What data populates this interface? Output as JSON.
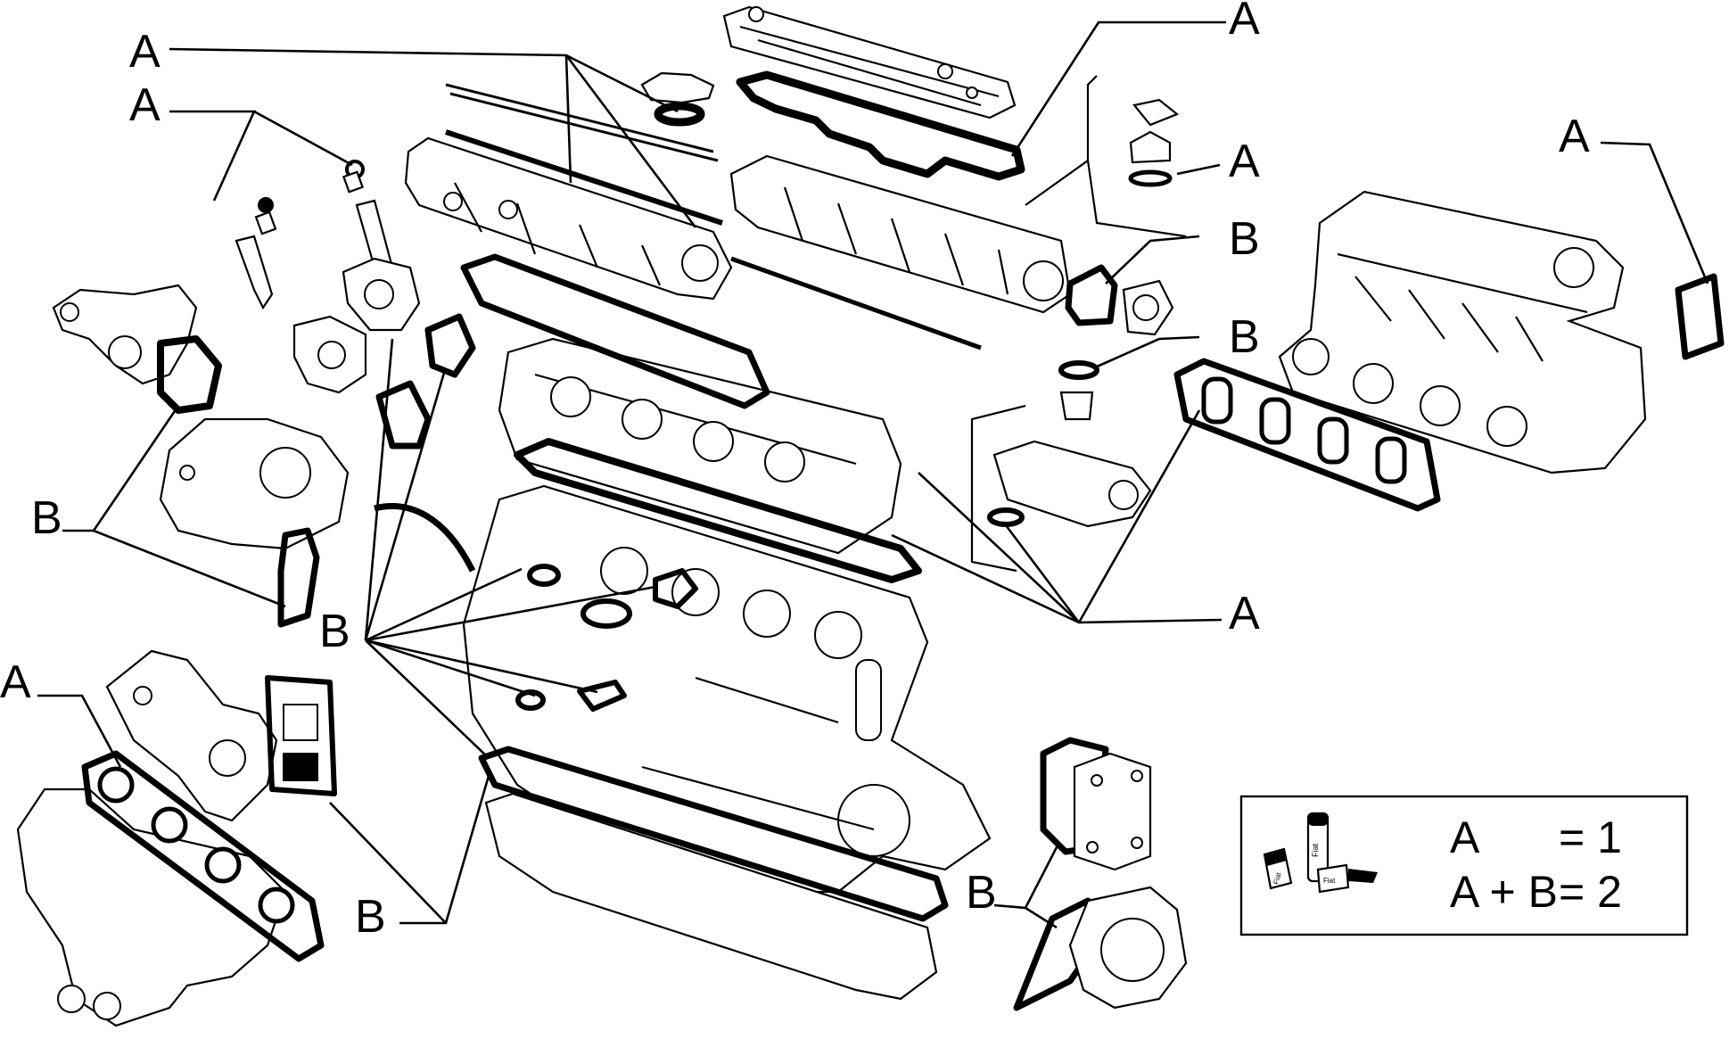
{
  "diagram": {
    "callouts": [
      {
        "id": "a-top-left",
        "text": "A"
      },
      {
        "id": "a-valve",
        "text": "A"
      },
      {
        "id": "a-top-right",
        "text": "A"
      },
      {
        "id": "a-cap-oring",
        "text": "A"
      },
      {
        "id": "b-pump-gasket",
        "text": "B"
      },
      {
        "id": "b-thermo-seal",
        "text": "B"
      },
      {
        "id": "a-far-right",
        "text": "A"
      },
      {
        "id": "b-left",
        "text": "B"
      },
      {
        "id": "b-center",
        "text": "B"
      },
      {
        "id": "a-center-right",
        "text": "A"
      },
      {
        "id": "a-bottom-left",
        "text": "A"
      },
      {
        "id": "b-bottom-center",
        "text": "B"
      },
      {
        "id": "b-bottom-right",
        "text": "B"
      }
    ]
  },
  "legend": {
    "line1": {
      "lhs": "A",
      "eq": "= 1"
    },
    "line2": {
      "lhs": "A + B",
      "eq": "= 2"
    },
    "box_label_1": "Fiat",
    "box_label_2": "Fiat",
    "box_label_3": "Fiat"
  },
  "colors": {
    "ink": "#000000",
    "paper": "#ffffff"
  }
}
